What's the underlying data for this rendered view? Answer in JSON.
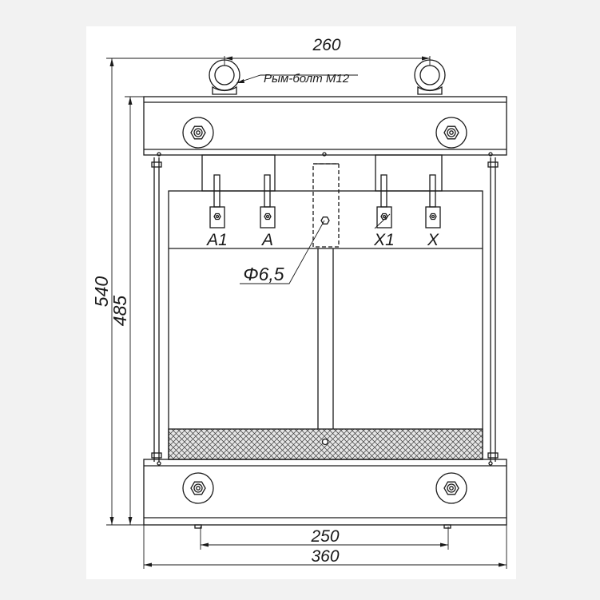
{
  "drawing": {
    "dimensions": {
      "eyebolt_spacing": "260",
      "total_height": "540",
      "core_height": "485",
      "foot_hole_spacing": "250",
      "total_width": "360",
      "hole_diameter": "Φ6,5"
    },
    "callouts": {
      "eyebolt": "Рым-болт М12"
    },
    "terminals": [
      "A1",
      "A",
      "X1",
      "X"
    ],
    "colors": {
      "line": "#1a1a1a",
      "sheet": "#ffffff",
      "background": "#f2f2f2",
      "hatch_fill": "#e6e6e6"
    }
  }
}
